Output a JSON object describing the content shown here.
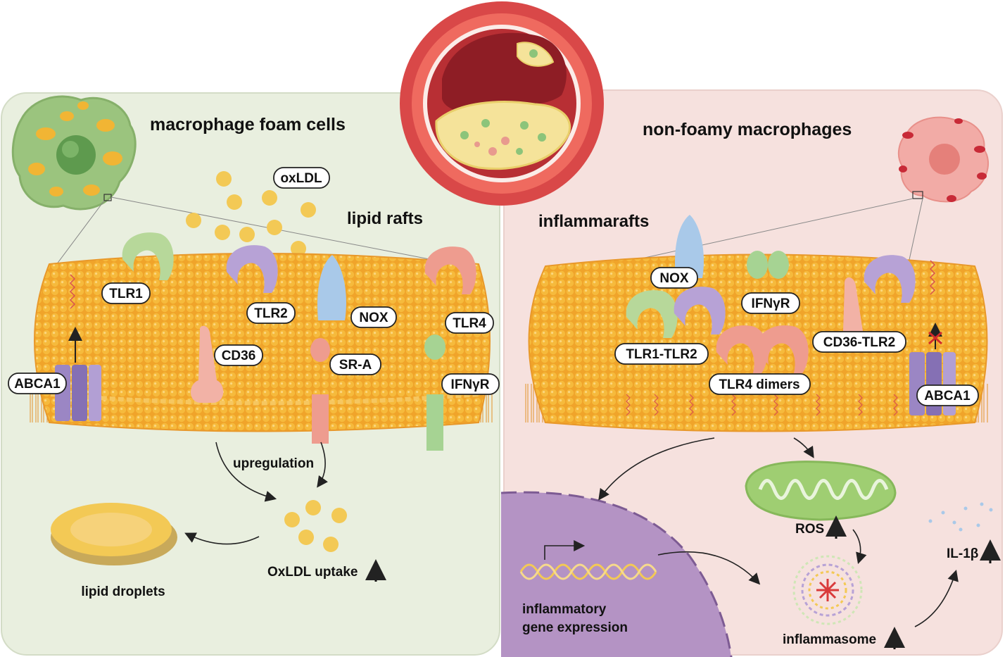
{
  "left_panel": {
    "title": "macrophage foam cells",
    "subtitle": "lipid rafts",
    "labels": {
      "oxldl": "oxLDL",
      "tlr1": "TLR1",
      "tlr2": "TLR2",
      "nox": "NOX",
      "tlr4": "TLR4",
      "cd36": "CD36",
      "sra": "SR-A",
      "ifngr": "IFNγR",
      "abca1": "ABCA1"
    },
    "upregulation": "upregulation",
    "oxldl_uptake": "OxLDL uptake",
    "lipid_droplets": "lipid droplets"
  },
  "right_panel": {
    "title": "non-foamy macrophages",
    "subtitle": "inflammarafts",
    "labels": {
      "nox": "NOX",
      "ifngr": "IFNγR",
      "tlr1_tlr2": "TLR1-TLR2",
      "cd36_tlr2": "CD36-TLR2",
      "tlr4_dimers": "TLR4 dimers",
      "abca1": "ABCA1"
    },
    "ros": "ROS",
    "il1b": "IL-1β",
    "gene_expression_line1": "inflammatory",
    "gene_expression_line2": "gene expression",
    "inflammasome": "inflammasome"
  },
  "colors": {
    "left_bg": "#e9efdf",
    "right_bg": "#f6e1de",
    "membrane": "#f5b735",
    "lipid_bead": "#f3c955",
    "tlr1": "#b7d89a",
    "tlr2": "#b7a2d6",
    "nox": "#a9c9e9",
    "tlr4": "#ee9c8f",
    "cd36": "#f2b2a6",
    "ifngr": "#a6d393",
    "abca1": "#9b86c4",
    "artery_outer": "#d94848",
    "nucleus": "#b493c4",
    "mitochondrion": "#9fce72"
  }
}
